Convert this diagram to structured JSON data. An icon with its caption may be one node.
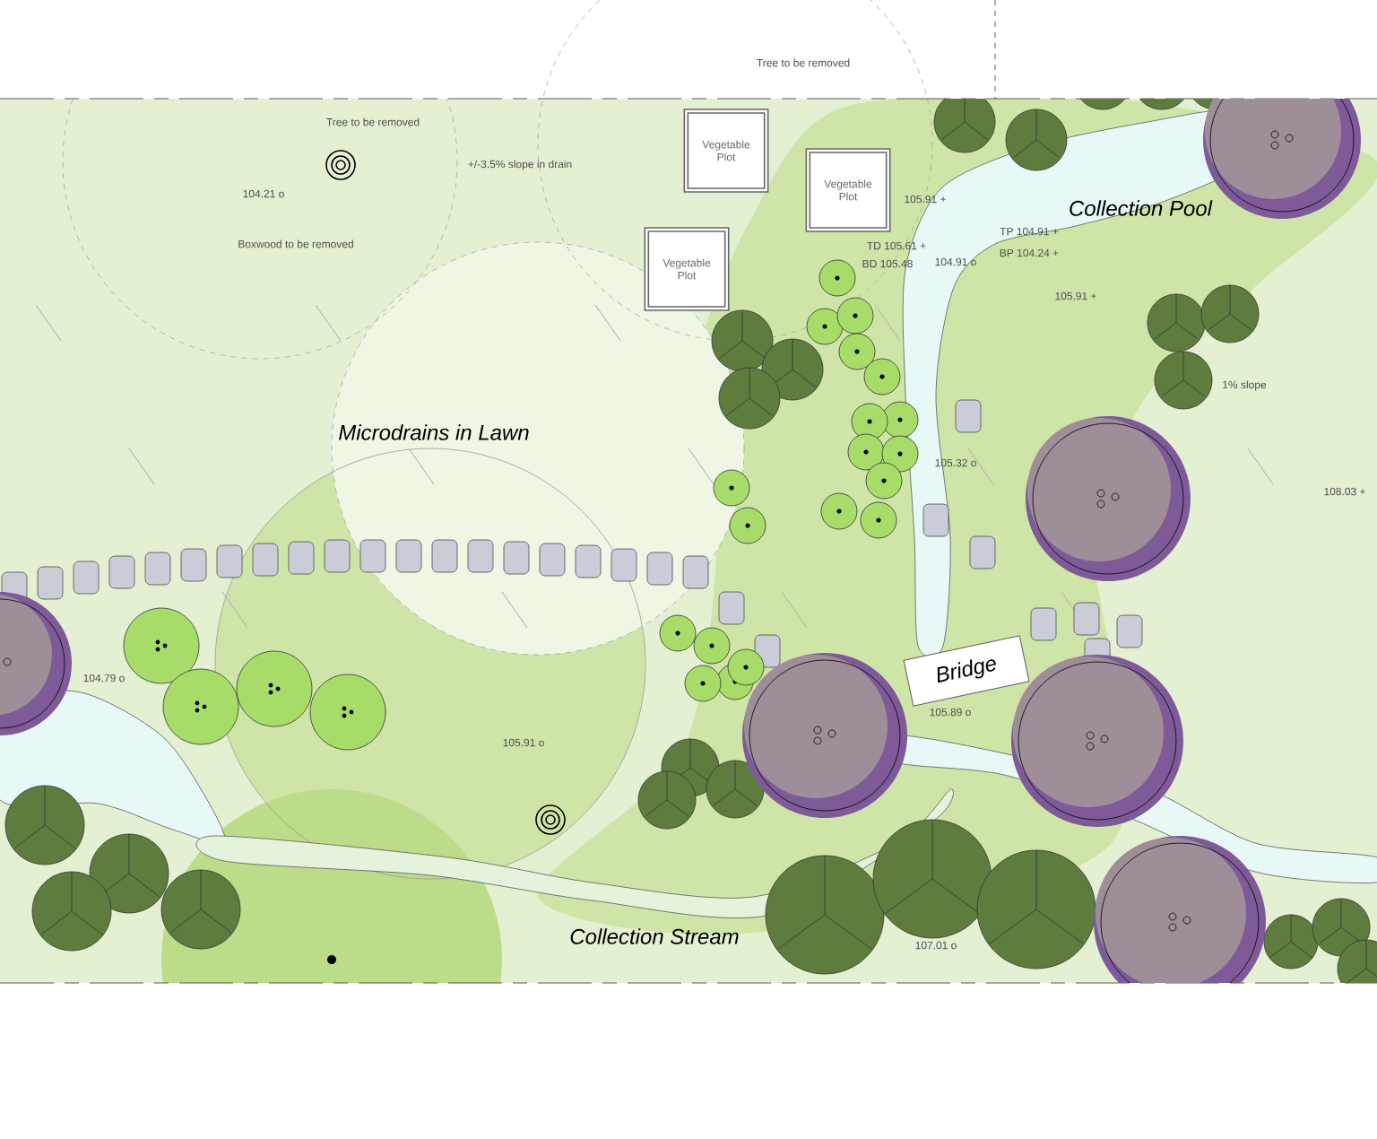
{
  "diagram": {
    "nodes": [
      {
        "text": [
          "Vegetable Plot"
        ]
      },
      {
        "text": [
          "Vegetable Plot"
        ]
      },
      {
        "text": [
          "Vegetable Plot"
        ]
      },
      {
        "text": [
          "Bridge"
        ]
      }
    ],
    "labels": [
      "Tree to be removed",
      "Tree to be removed",
      "104.21 o",
      "+/-3.5% slope in drain",
      "Boxwood to be removed",
      "105.91 +",
      "Collection Pool",
      "TD 105.61 +",
      "TP 104.91 +",
      "BD 105.48",
      "104.91 o",
      "BP 104.24 +",
      "105.91 +",
      "1% slope",
      "Microdrains in Lawn",
      "105.32 o",
      "108.03 +",
      "104.79 o",
      "105.91 o",
      "105.89 o",
      "Collection Stream",
      "107.01 o"
    ]
  }
}
